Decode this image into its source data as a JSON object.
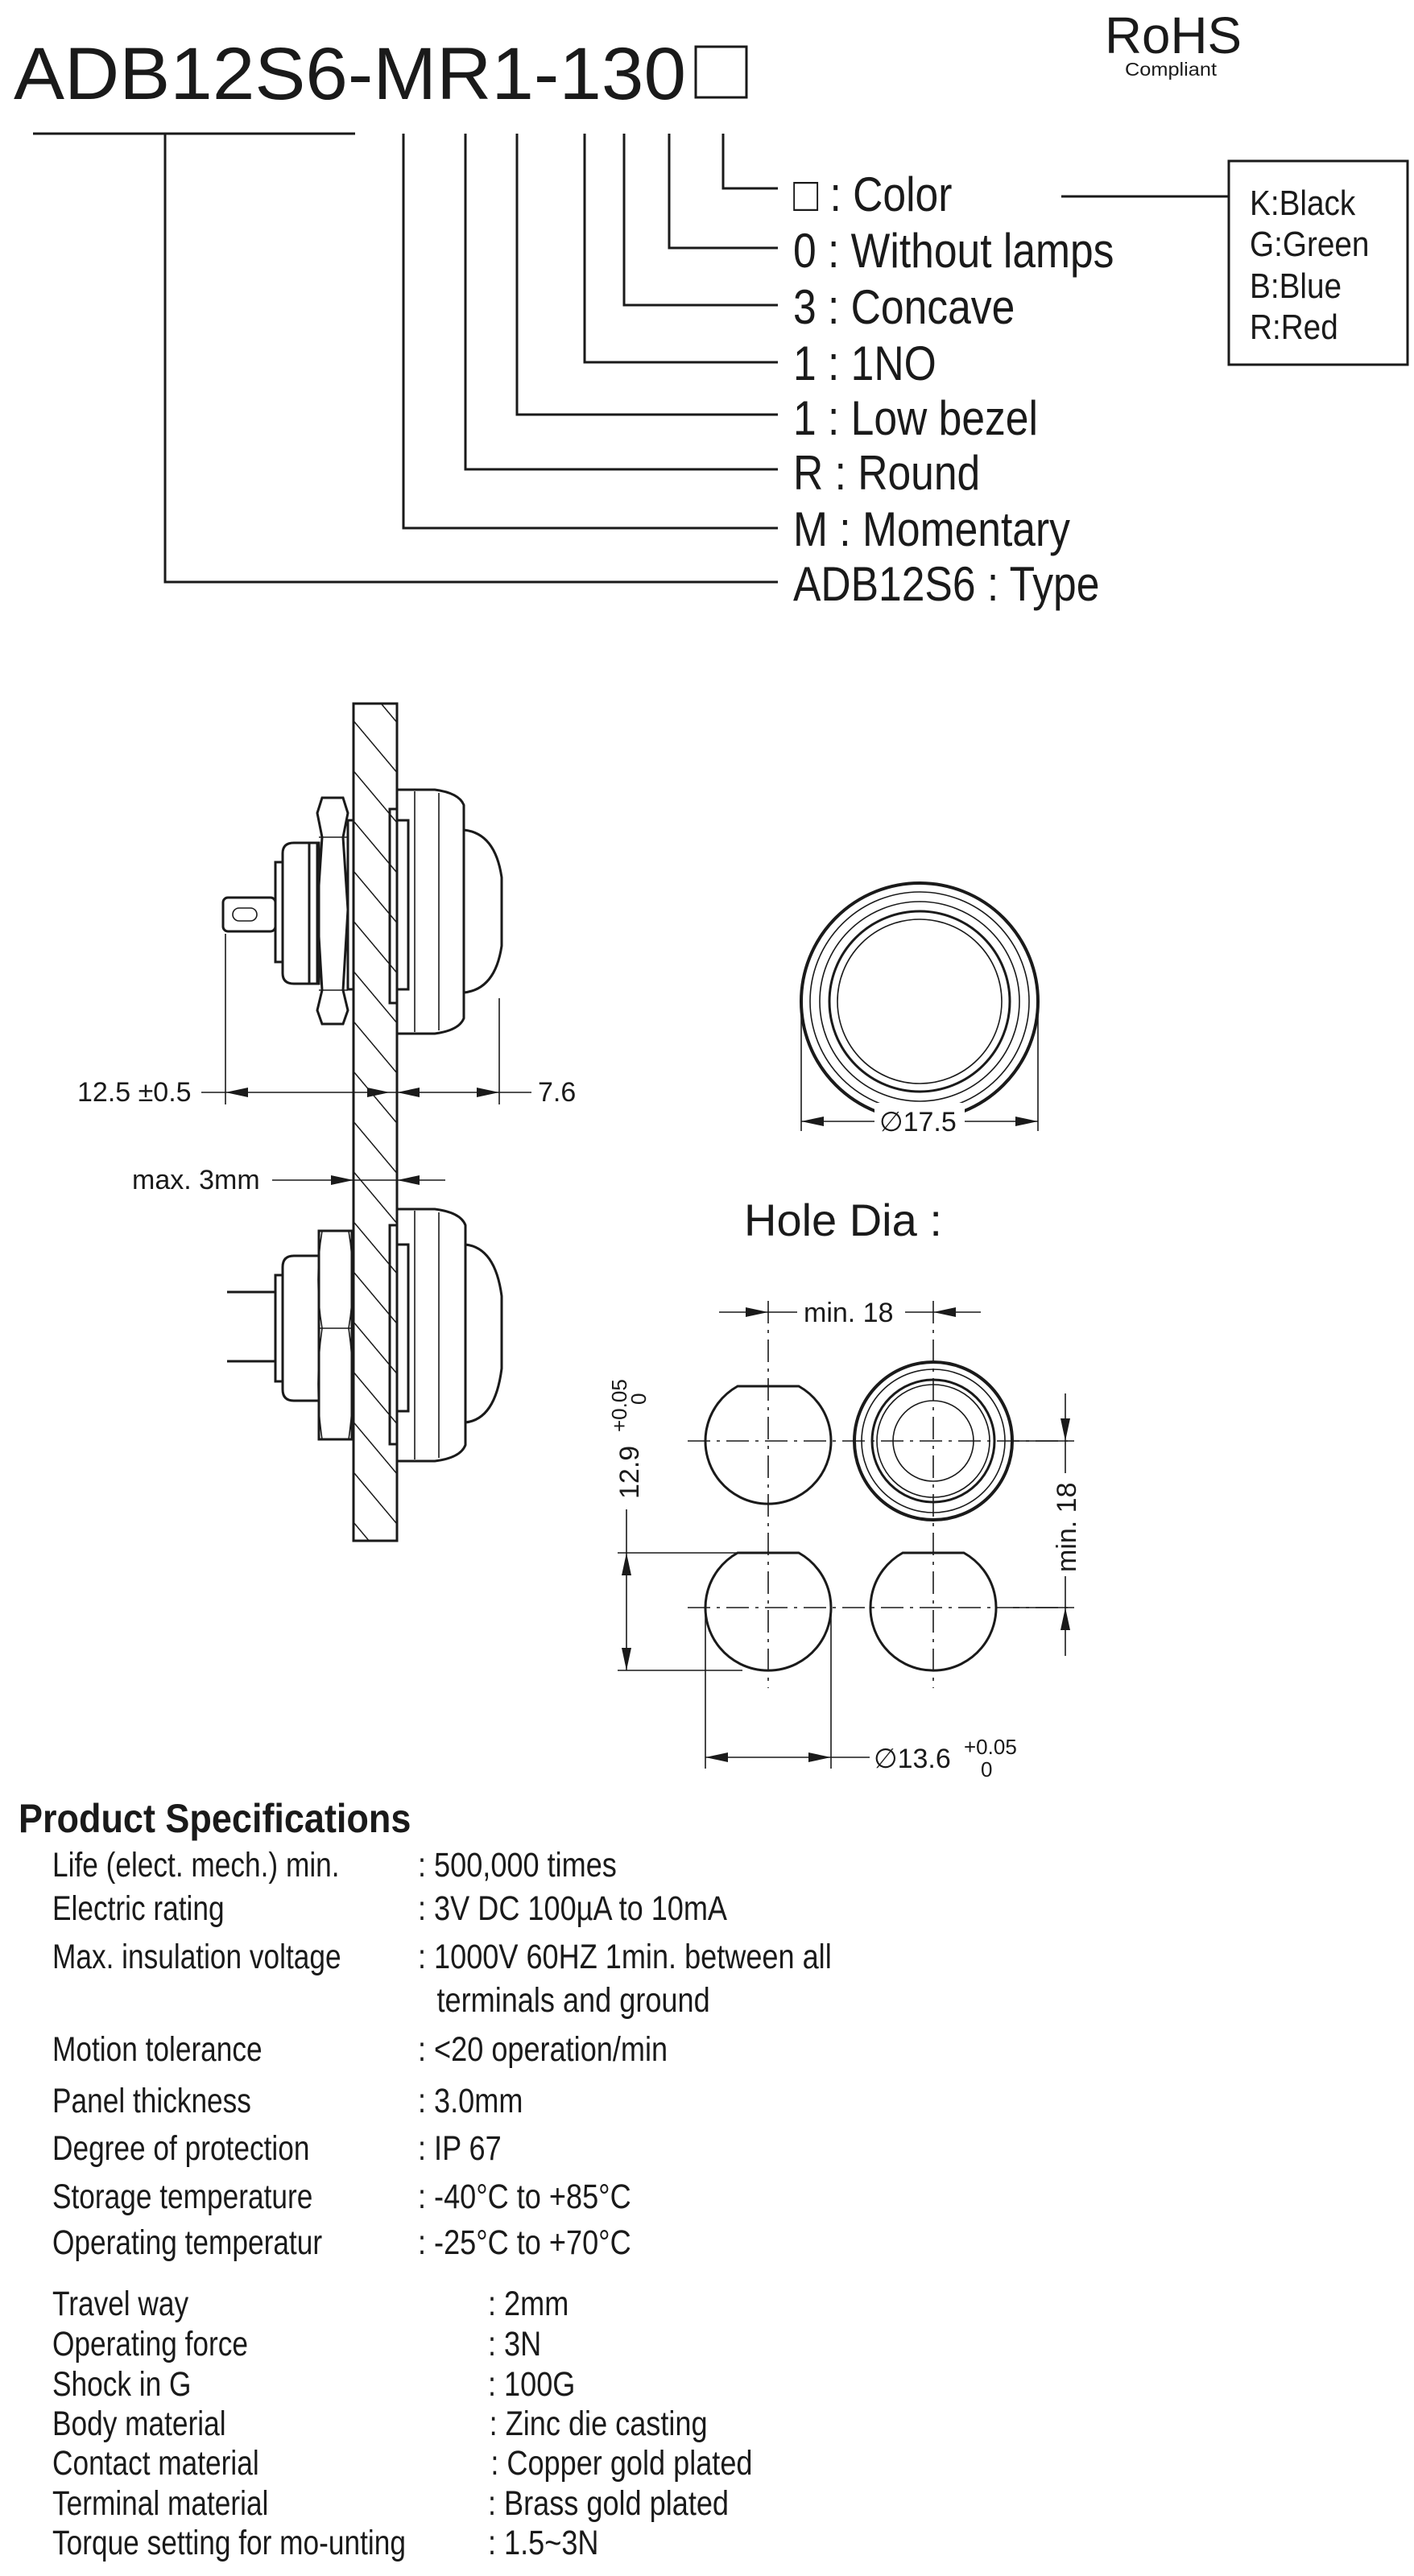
{
  "header": {
    "part_number": "ADB12S6-MR1-130",
    "rohs": "RoHS",
    "rohs_sub": "Compliant"
  },
  "code_breakdown": [
    {
      "label": "□ : Color"
    },
    {
      "label": "0 : Without lamps"
    },
    {
      "label": "3 : Concave"
    },
    {
      "label": "1 : 1NO"
    },
    {
      "label": "1 : Low bezel"
    },
    {
      "label": "R : Round"
    },
    {
      "label": "M : Momentary"
    },
    {
      "label": "ADB12S6 : Type"
    }
  ],
  "colors": [
    "K:Black",
    "G:Green",
    "B:Blue",
    "R:Red"
  ],
  "drawing": {
    "dim_length": "12.5 ±0.5",
    "dim_button": "7.6",
    "dim_panel": "max. 3mm",
    "dim_diameter": "∅17.5",
    "hole_title": "Hole Dia :",
    "hole_pitch_h": "min. 18",
    "hole_pitch_v": "min. 18",
    "hole_flat": "12.9",
    "hole_flat_tol_plus": "+0.05",
    "hole_flat_tol_minus": "0",
    "hole_dia": "∅13.6",
    "hole_dia_tol_plus": "+0.05",
    "hole_dia_tol_minus": "0"
  },
  "specs": {
    "title": "Product Specifications",
    "group1": [
      {
        "label": "Life (elect. mech.) min.",
        "value": ": 500,000 times"
      },
      {
        "label": "Electric rating",
        "value": ": 3V DC 100µA to 10mA"
      },
      {
        "label": "Max. insulation voltage",
        "value": ": 1000V 60HZ 1min. between all",
        "value2": "terminals and ground"
      },
      {
        "label": "Motion tolerance",
        "value": ": <20 operation/min"
      },
      {
        "label": "Panel thickness",
        "value": ": 3.0mm"
      },
      {
        "label": "Degree of protection",
        "value": ": IP 67"
      },
      {
        "label": "Storage temperature",
        "value": ": -40°C to +85°C"
      },
      {
        "label": "Operating temperatur",
        "value": ": -25°C to +70°C"
      }
    ],
    "group2": [
      {
        "label": "Travel way",
        "value": ": 2mm"
      },
      {
        "label": "Operating force",
        "value": ": 3N"
      },
      {
        "label": "Shock in G",
        "value": ": 100G"
      },
      {
        "label": "Body material",
        "value": ": Zinc die casting"
      },
      {
        "label": "Contact material",
        "value": ": Copper gold plated"
      },
      {
        "label": "Terminal material",
        "value": ": Brass gold plated"
      },
      {
        "label": "Torque setting for mo-unting",
        "value": ": 1.5~3N"
      }
    ]
  }
}
